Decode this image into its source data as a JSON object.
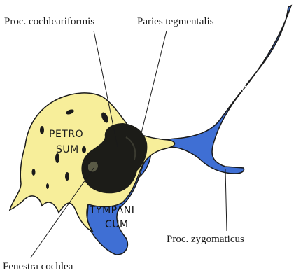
{
  "colors": {
    "petrosum": "#f7ee9a",
    "squama_tympanicum": "#3f6fd4",
    "cavity": "#1c1c18",
    "outline": "#1a1a1a"
  },
  "labels": {
    "proc_cochleariformis": "Proc. cochleariformis",
    "paries_tegmentalis": "Paries tegmentalis",
    "proc_zygomaticus": "Proc. zygomaticus",
    "fenestra_cochlea": "Fenestra cochlea",
    "petrosum_line1": "PETRO",
    "petrosum_line2": "SUM",
    "squama": "SQUAMA",
    "tympanicum_line1": "TYMPANI",
    "tympanicum_line2": "CUM"
  }
}
